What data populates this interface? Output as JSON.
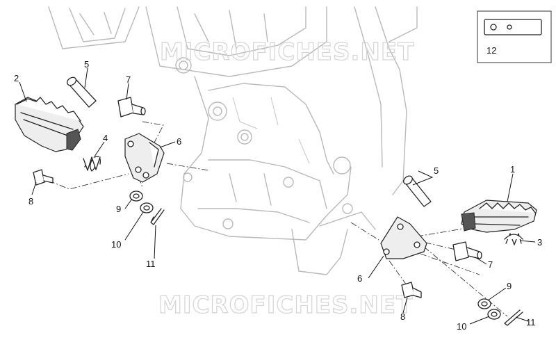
{
  "watermark": {
    "text_top": "MICROFICHES.NET",
    "text_bottom": "MICROFICHES.NET"
  },
  "callouts": {
    "c1": "1",
    "c2": "2",
    "c3": "3",
    "c4": "4",
    "c5_left": "5",
    "c5_right": "5",
    "c6_left": "6",
    "c6_right": "6",
    "c7_left": "7",
    "c7_right": "7",
    "c8_left": "8",
    "c8_right": "8",
    "c9_left": "9",
    "c9_right": "9",
    "c10_left": "10",
    "c10_right": "10",
    "c11_left": "11",
    "c11_right": "11",
    "c12": "12"
  },
  "colors": {
    "ink": "#111111",
    "frame": "#b9b9b9",
    "watermark": "#d4d4d4"
  }
}
